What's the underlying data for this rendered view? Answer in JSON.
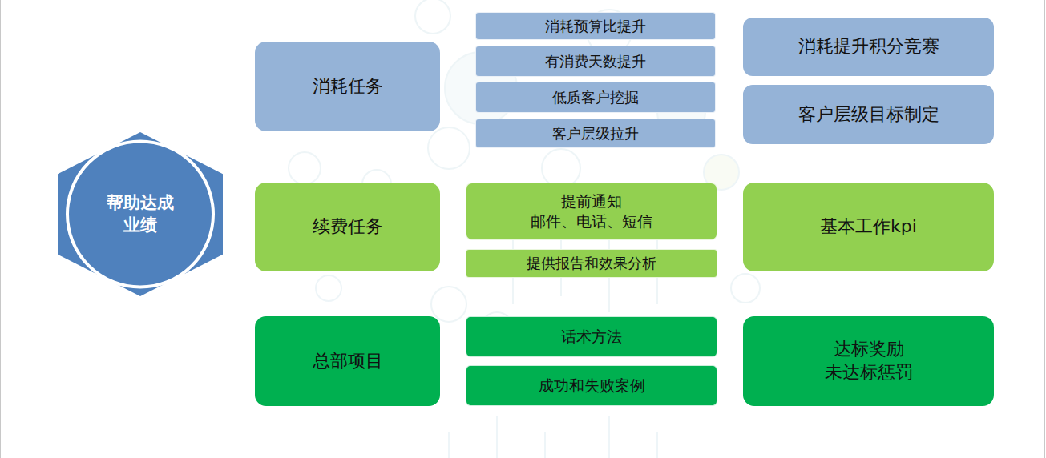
{
  "diagram": {
    "nodes": [
      {
        "text": [
          "帮助达成 业绩"
        ]
      },
      {
        "text": [
          "消耗任务"
        ]
      },
      {
        "text": [
          "消耗预算比提升"
        ]
      },
      {
        "text": [
          "有消费天数提升"
        ]
      },
      {
        "text": [
          "低质客户挖掘"
        ]
      },
      {
        "text": [
          "客户层级拉升"
        ]
      },
      {
        "text": [
          "消耗提升积分竞赛"
        ]
      },
      {
        "text": [
          "客户层级目标制定"
        ]
      },
      {
        "text": [
          "续费任务"
        ]
      },
      {
        "text": [
          "提前通知 邮件、电话、短信"
        ]
      },
      {
        "text": [
          "提供报告和效果分析"
        ]
      },
      {
        "text": [
          "基本工作kpi"
        ]
      },
      {
        "text": [
          "总部项目"
        ]
      },
      {
        "text": [
          "话术方法"
        ]
      },
      {
        "text": [
          "成功和失败案例"
        ]
      },
      {
        "text": [
          "达标奖励 未达标惩罚"
        ]
      }
    ]
  }
}
